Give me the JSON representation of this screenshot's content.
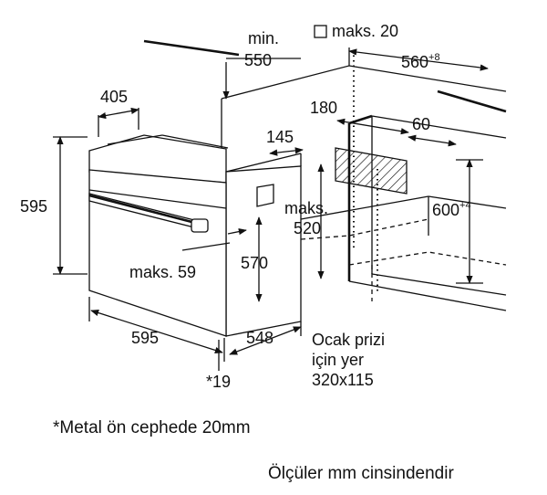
{
  "dimensions": {
    "min_label": "min.",
    "min_value": "550",
    "maks20": "maks. 20",
    "niche_width": "560",
    "niche_width_sup": "+8",
    "d405": "405",
    "d180": "180",
    "d145": "145",
    "d60": "60",
    "d595_height": "595",
    "maks_label": "maks.",
    "maks520_value": "520",
    "niche_height": "600",
    "niche_height_sup": "+4",
    "maks59": "maks. 59",
    "d570": "570",
    "d595_width": "595",
    "d548": "548",
    "star19": "*19"
  },
  "socket_note": {
    "line1": "Ocak prizi",
    "line2": "için yer",
    "line3": "320x115"
  },
  "footnote": "*Metal ön cephede 20mm",
  "units_note": "Ölçüler mm cinsindendir"
}
